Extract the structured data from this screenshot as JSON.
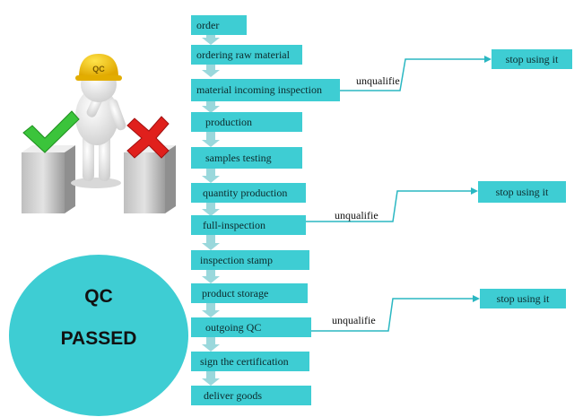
{
  "flow": {
    "steps": [
      "order",
      "ordering raw material",
      "material incoming inspection",
      "production",
      "samples testing",
      "quantity production",
      "full-inspection",
      "inspection stamp",
      "product storage",
      "outgoing QC",
      "sign the certification",
      "deliver goods"
    ],
    "branches": [
      {
        "from_step": "material incoming inspection",
        "label": "unqualifie",
        "target": "stop using it"
      },
      {
        "from_step": "full-inspection",
        "label": "unqualifie",
        "target": "stop using it"
      },
      {
        "from_step": "outgoing QC",
        "label": "unqualifie",
        "target": "stop using it"
      }
    ]
  },
  "badge": {
    "line1": "QC",
    "line2": "PASSED"
  },
  "illustration": {
    "helmet_text": "QC",
    "check_color": "#3bc43b",
    "cross_color": "#e0201c"
  },
  "colors": {
    "box": "#3ecdd3",
    "arrow": "#9ad8dc",
    "line": "#2ab7c2"
  }
}
